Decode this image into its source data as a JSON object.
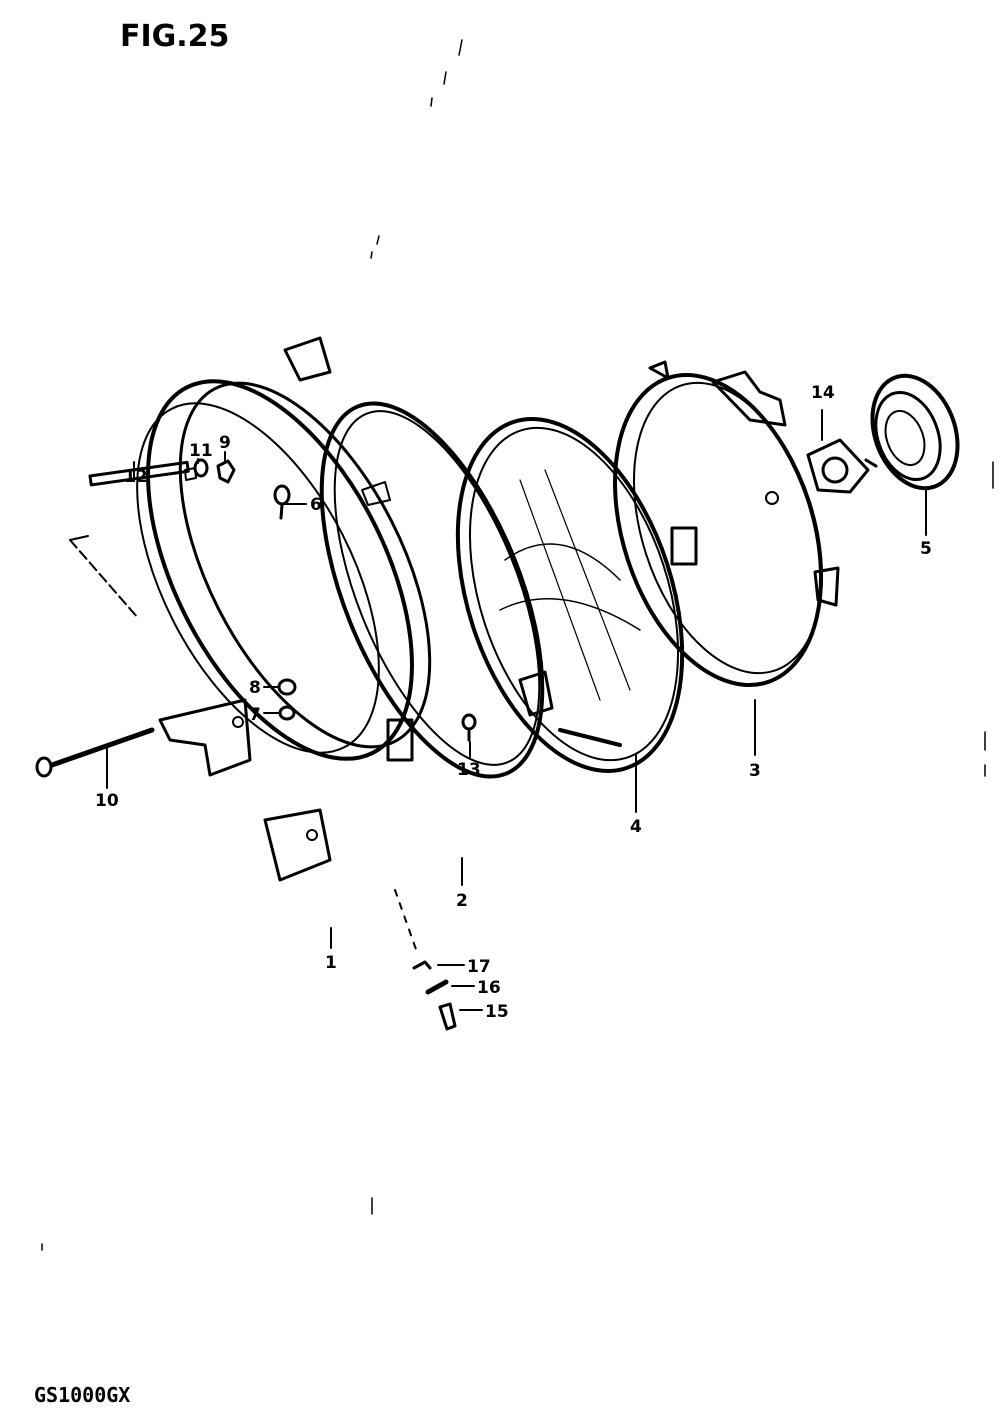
{
  "figure": {
    "title": "FIG.25",
    "model": "GS1000GX"
  },
  "callouts": {
    "c1": "1",
    "c2": "2",
    "c3": "3",
    "c4": "4",
    "c5": "5",
    "c6": "6",
    "c7": "7",
    "c8": "8",
    "c9": "9",
    "c10": "10",
    "c11": "11",
    "c12": "12",
    "c13": "13",
    "c14": "14",
    "c15": "15",
    "c16": "16",
    "c17": "17"
  },
  "colors": {
    "ink": "#000000",
    "paper": "#ffffff"
  }
}
